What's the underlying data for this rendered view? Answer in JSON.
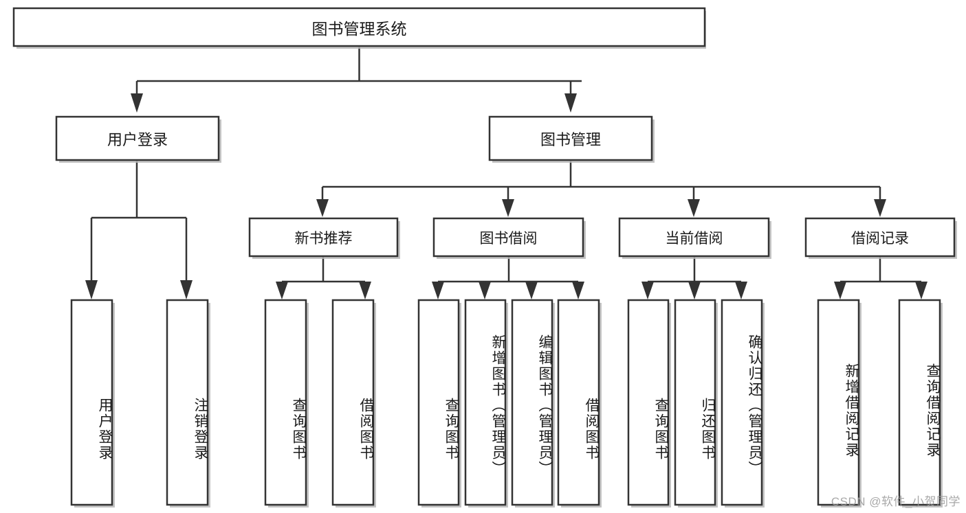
{
  "diagram": {
    "type": "tree-hierarchy",
    "title": "图书管理系统",
    "watermark": "CSDN @软件_小贺同学",
    "colors": {
      "box_border": "#333333",
      "box_fill": "#ffffff",
      "connector": "#333333",
      "text": "#1a1a1a",
      "watermark": "#9a9a9a",
      "background": "#ffffff"
    },
    "levels": {
      "root": {
        "label": "图书管理系统"
      },
      "level2": [
        {
          "label": "用户登录"
        },
        {
          "label": "图书管理"
        }
      ],
      "level3": [
        {
          "label": "新书推荐"
        },
        {
          "label": "图书借阅"
        },
        {
          "label": "当前借阅"
        },
        {
          "label": "借阅记录"
        }
      ],
      "level4": [
        {
          "label": "用户登录",
          "parent": "用户登录"
        },
        {
          "label": "注销登录",
          "parent": "用户登录"
        },
        {
          "label": "查询图书",
          "parent": "新书推荐"
        },
        {
          "label": "借阅图书",
          "parent": "新书推荐"
        },
        {
          "label": "查询图书",
          "parent": "图书借阅"
        },
        {
          "label": "新增图书（管理员）",
          "parent": "图书借阅"
        },
        {
          "label": "编辑图书（管理员）",
          "parent": "图书借阅"
        },
        {
          "label": "借阅图书",
          "parent": "图书借阅"
        },
        {
          "label": "查询图书",
          "parent": "当前借阅"
        },
        {
          "label": "归还图书",
          "parent": "当前借阅"
        },
        {
          "label": "确认归还（管理员）",
          "parent": "当前借阅"
        },
        {
          "label": "新增借阅记录",
          "parent": "借阅记录"
        },
        {
          "label": "查询借阅记录",
          "parent": "借阅记录"
        }
      ]
    }
  }
}
